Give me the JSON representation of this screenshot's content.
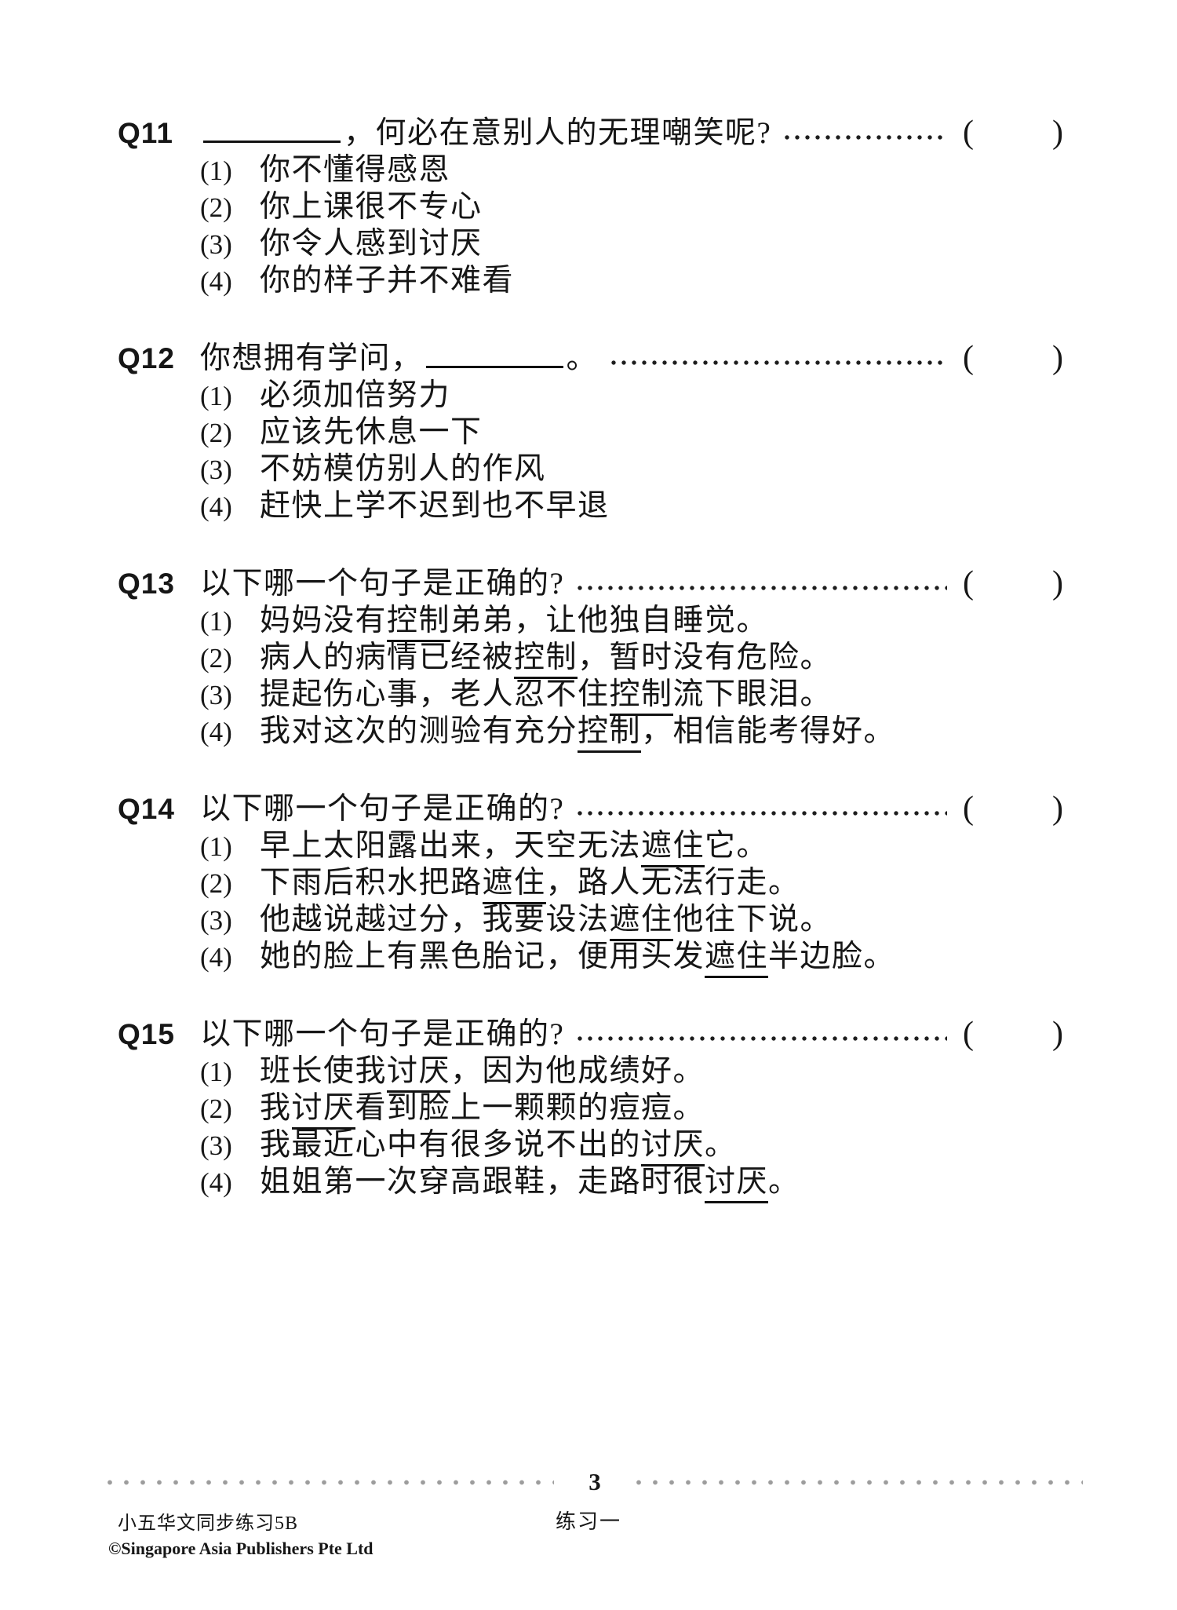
{
  "brackets": {
    "open": "(",
    "close": ")"
  },
  "questions": [
    {
      "label": "Q11",
      "stem_pre": "",
      "stem_post": "，何必在意别人的无理嘲笑呢?",
      "options": [
        {
          "num": "(1)",
          "pre": "你不懂得感恩"
        },
        {
          "num": "(2)",
          "pre": "你上课很不专心"
        },
        {
          "num": "(3)",
          "pre": "你令人感到讨厌"
        },
        {
          "num": "(4)",
          "pre": "你的样子并不难看"
        }
      ]
    },
    {
      "label": "Q12",
      "stem_pre": "你想拥有学问，",
      "stem_post": "。",
      "options": [
        {
          "num": "(1)",
          "pre": "必须加倍努力"
        },
        {
          "num": "(2)",
          "pre": "应该先休息一下"
        },
        {
          "num": "(3)",
          "pre": "不妨模仿别人的作风"
        },
        {
          "num": "(4)",
          "pre": "赶快上学不迟到也不早退"
        }
      ]
    },
    {
      "label": "Q13",
      "stem_pre": "以下哪一个句子是正确的?",
      "stem_post": "",
      "options": [
        {
          "num": "(1)",
          "pre": "妈妈没有",
          "u": "控制",
          "post": "弟弟，让他独自睡觉。"
        },
        {
          "num": "(2)",
          "pre": "病人的病情已经被",
          "u": "控制",
          "post": "，暂时没有危险。"
        },
        {
          "num": "(3)",
          "pre": "提起伤心事，老人忍不住",
          "u": "控制",
          "post": "流下眼泪。"
        },
        {
          "num": "(4)",
          "pre": "我对这次的测验有充分",
          "u": "控制",
          "post": "，相信能考得好。"
        }
      ]
    },
    {
      "label": "Q14",
      "stem_pre": "以下哪一个句子是正确的?",
      "stem_post": "",
      "options": [
        {
          "num": "(1)",
          "pre": "早上太阳露出来，天空无法",
          "u": "遮住",
          "post": "它。"
        },
        {
          "num": "(2)",
          "pre": "下雨后积水把路",
          "u": "遮住",
          "post": "，路人无法行走。"
        },
        {
          "num": "(3)",
          "pre": "他越说越过分，我要设法",
          "u": "遮住",
          "post": "他往下说。"
        },
        {
          "num": "(4)",
          "pre": "她的脸上有黑色胎记，便用头发",
          "u": "遮住",
          "post": "半边脸。"
        }
      ]
    },
    {
      "label": "Q15",
      "stem_pre": "以下哪一个句子是正确的?",
      "stem_post": "",
      "options": [
        {
          "num": "(1)",
          "pre": "班长使我",
          "u": "讨厌",
          "post": "，因为他成绩好。"
        },
        {
          "num": "(2)",
          "pre": "我",
          "u": "讨厌",
          "post": "看到脸上一颗颗的痘痘。"
        },
        {
          "num": "(3)",
          "pre": "我最近心中有很多说不出的",
          "u": "讨厌",
          "post": "。"
        },
        {
          "num": "(4)",
          "pre": "姐姐第一次穿高跟鞋，走路时很",
          "u": "讨厌",
          "post": "。"
        }
      ]
    }
  ],
  "footer": {
    "page_number": "3",
    "book_title": "小五华文同步练习5B",
    "exercise_title": "练习一",
    "copyright": "©Singapore Asia Publishers Pte Ltd"
  }
}
